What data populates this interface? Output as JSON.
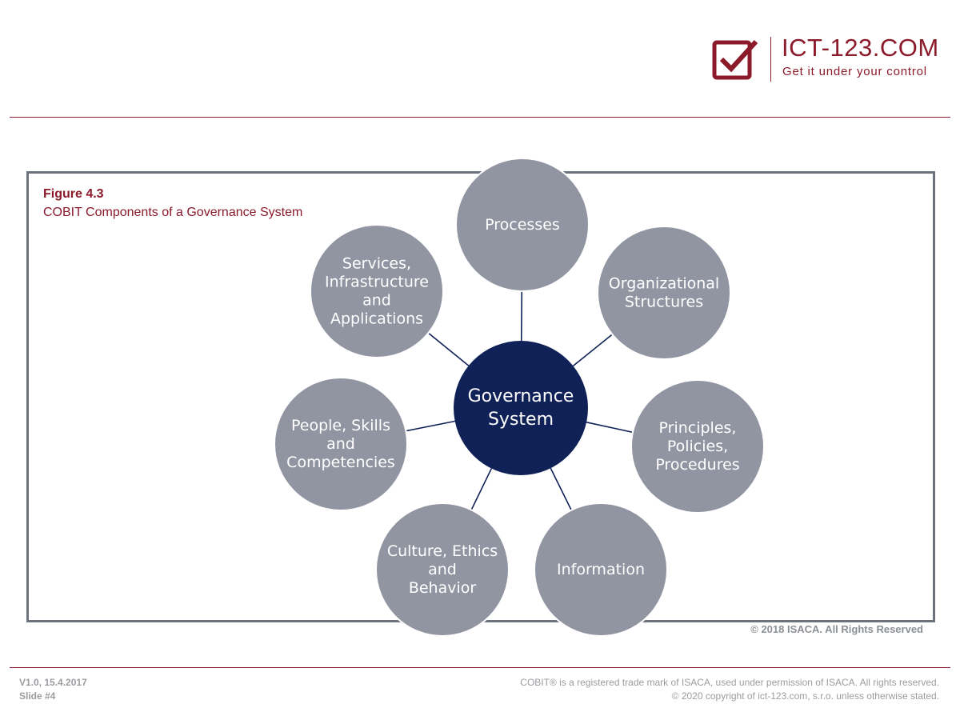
{
  "brand": {
    "name": "ICT-123.COM",
    "tagline": "Get it under your control",
    "logo_icon": "checkbox-check-icon",
    "accent_color": "#8b1a2b"
  },
  "figure": {
    "number": "Figure 4.3",
    "title": "COBIT Components of a Governance System",
    "copyright": "© 2018 ISACA. All Rights Reserved"
  },
  "diagram": {
    "center": {
      "lines": [
        "Governance",
        "System"
      ],
      "color": "#0f2157"
    },
    "node_color": "#9195a2",
    "connector_color": "#0f2157",
    "nodes": [
      {
        "id": "processes",
        "lines": [
          "Processes"
        ]
      },
      {
        "id": "organizational-structures",
        "lines": [
          "Organizational",
          "Structures"
        ]
      },
      {
        "id": "principles-policies-procedures",
        "lines": [
          "Principles,",
          "Policies,",
          "Procedures"
        ]
      },
      {
        "id": "information",
        "lines": [
          "Information"
        ]
      },
      {
        "id": "culture-ethics-behavior",
        "lines": [
          "Culture, Ethics",
          "and",
          "Behavior"
        ]
      },
      {
        "id": "people-skills-competencies",
        "lines": [
          "People, Skills",
          "and",
          "Competencies"
        ]
      },
      {
        "id": "services-infrastructure-applications",
        "lines": [
          "Services,",
          "Infrastructure",
          "and",
          "Applications"
        ]
      }
    ]
  },
  "footer": {
    "version": "V1.0, 15.4.2017",
    "slide": "Slide #4",
    "trademark": "COBIT® is a registered trade mark of ISACA, used under permission of ISACA. All rights reserved.",
    "copyright": "© 2020 copyright of ict-123.com, s.r.o. unless otherwise stated."
  }
}
